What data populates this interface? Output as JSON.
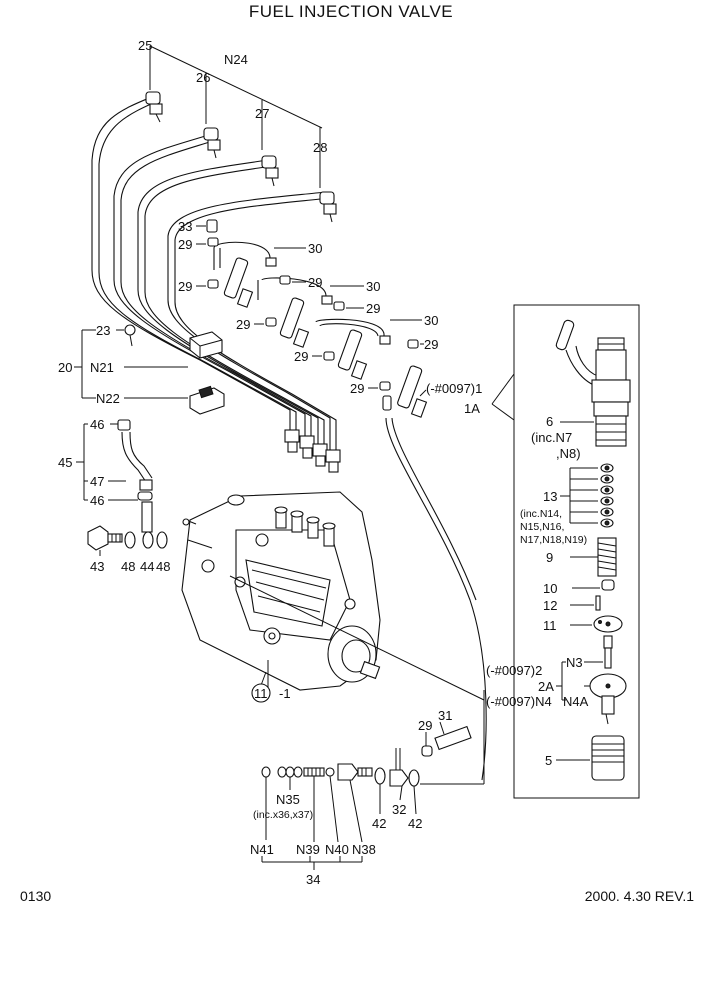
{
  "header": {
    "title": "FUEL INJECTION VALVE"
  },
  "footer": {
    "page_code": "0130",
    "revision": "2000. 4.30 REV.1"
  },
  "callouts": {
    "n24": "N24",
    "p25": "25",
    "p26": "26",
    "p27": "27",
    "p28": "28",
    "p33": "33",
    "p29": "29",
    "p30": "30",
    "p23": "23",
    "p20": "20",
    "n21": "N21",
    "n22": "N22",
    "p45": "45",
    "p46": "46",
    "p47": "47",
    "p43": "43",
    "p48": "48",
    "p44": "44",
    "p11": "11",
    "dash1": "-1",
    "ref1": "(-#0097)1",
    "ref1a": "1A",
    "p6": "6",
    "inc_n7": "(inc.N7",
    "n8": ",N8)",
    "p13": "13",
    "inc13_a": "(inc.N14,",
    "inc13_b": "N15,N16,",
    "inc13_c": "N17,N18,N19)",
    "p9": "9",
    "p10": "10",
    "p12": "12",
    "n3": "N3",
    "p2a": "2A",
    "n4a": "N4A",
    "p5": "5",
    "ref2": "(-#0097)2",
    "ref_n4": "(-#0097)N4",
    "p31": "31",
    "p42": "42",
    "p32": "32",
    "n35": "N35",
    "inc35": "(inc.x36,x37)",
    "n41": "N41",
    "n39": "N39",
    "n40": "N40",
    "n38": "N38",
    "p34": "34"
  }
}
